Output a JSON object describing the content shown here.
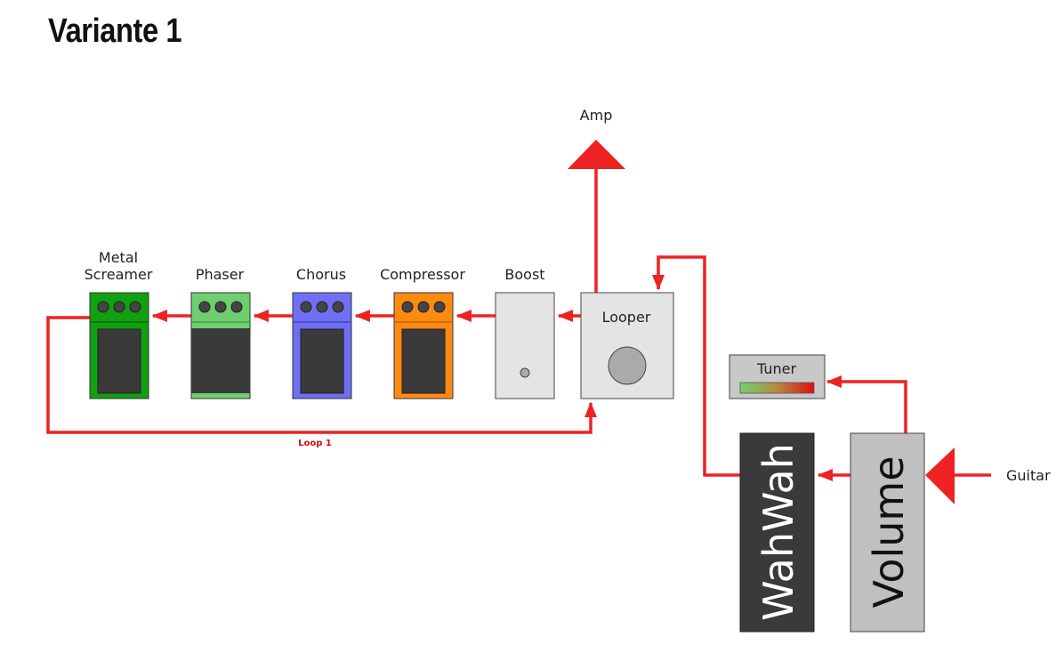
{
  "title": "Variante 1",
  "labels": {
    "amp": "Amp",
    "guitar": "Guitar",
    "looper": "Looper",
    "tuner": "Tuner",
    "loop": "Loop 1",
    "wahwah": "WahWah",
    "volume": "Volume",
    "boost": "Boost"
  },
  "pedals": [
    {
      "id": "metal-screamer",
      "line1": "Metal",
      "line2": "Screamer",
      "color": "#11a011",
      "stripe": "#118811"
    },
    {
      "id": "phaser",
      "line1": "",
      "line2": "Phaser",
      "color": "#6fce6f",
      "stripe": "#5fbf5f"
    },
    {
      "id": "chorus",
      "line1": "",
      "line2": "Chorus",
      "color": "#6f6ff5",
      "stripe": "#5b5be0"
    },
    {
      "id": "compressor",
      "line1": "",
      "line2": "Compressor",
      "color": "#ff8a11",
      "stripe": "#e07400"
    }
  ],
  "colors": {
    "signal": "#ee2222",
    "wahwah": "#3a3a3a",
    "volume": "#c0c0c0",
    "boost": "#e4e4e4",
    "looper": "#e4e4e4",
    "tuner": "#c8c8c8"
  }
}
